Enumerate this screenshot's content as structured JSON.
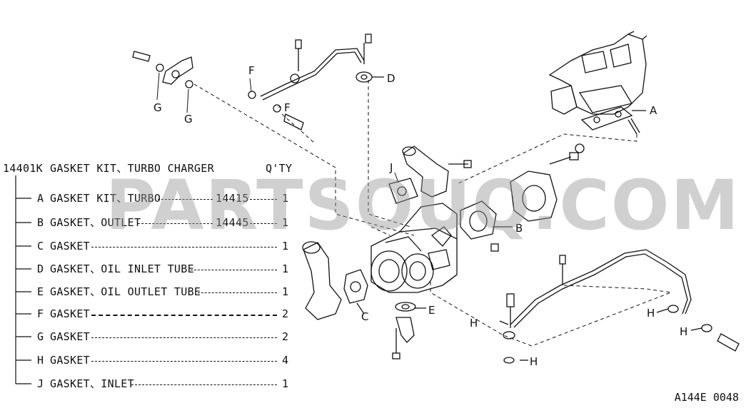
{
  "header": {
    "kit_number": "14401K",
    "kit_name": "GASKET KIT、TURBO CHARGER",
    "qty_header": "Q'TY"
  },
  "parts": [
    {
      "letter": "A",
      "name": "GASKET KIT、TURBO",
      "part_no": "14415",
      "qty": "1",
      "bold": false
    },
    {
      "letter": "B",
      "name": "GASKET、OUTLET",
      "part_no": "14445",
      "qty": "1",
      "bold": false
    },
    {
      "letter": "C",
      "name": "GASKET",
      "part_no": "",
      "qty": "1",
      "bold": false
    },
    {
      "letter": "D",
      "name": "GASKET、OIL INLET TUBE",
      "part_no": "",
      "qty": "1",
      "bold": false
    },
    {
      "letter": "E",
      "name": "GASKET、OIL OUTLET TUBE",
      "part_no": "",
      "qty": "1",
      "bold": false
    },
    {
      "letter": "F",
      "name": "GASKET",
      "part_no": "",
      "qty": "2",
      "bold": true
    },
    {
      "letter": "G",
      "name": "GASKET",
      "part_no": "",
      "qty": "2",
      "bold": false
    },
    {
      "letter": "H",
      "name": "GASKET",
      "part_no": "",
      "qty": "4",
      "bold": false
    },
    {
      "letter": "J",
      "name": "GASKET、INLET",
      "part_no": "",
      "qty": "1",
      "bold": false
    }
  ],
  "callouts": {
    "A": "A",
    "B": "B",
    "C": "C",
    "D": "D",
    "E": "E",
    "F1": "F",
    "F2": "F",
    "G1": "G",
    "G2": "G",
    "H1": "H",
    "H2": "H",
    "H3": "H",
    "H4": "H",
    "J": "J"
  },
  "watermark": "PARTSOUQ.COM",
  "reference_code": "A144E 0048"
}
